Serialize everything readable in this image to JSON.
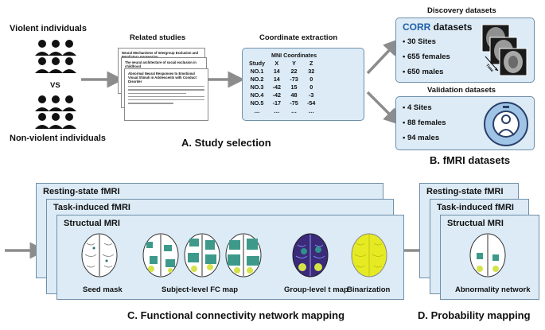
{
  "study_selection": {
    "violent_label": "Violent individuals",
    "vs_label": "VS",
    "nonviolent_label": "Non-violent individuals",
    "related_studies_label": "Related studies",
    "papers": [
      "Neural Mechanisms of Intergroup Exclusion and Retaliatory Aggression",
      "The neural architecture of social exclusion in childhood",
      "Abnormal Neural Responses to Emotional Visual Stimuli in Adolescents with Conduct Disorder"
    ],
    "coordinate_extraction_label": "Coordinate extraction",
    "table": {
      "group_header": "MNI Coordinates",
      "columns": [
        "Study",
        "X",
        "Y",
        "Z"
      ],
      "rows": [
        [
          "NO.1",
          "14",
          "22",
          "32"
        ],
        [
          "NO.2",
          "14",
          "-73",
          "0"
        ],
        [
          "NO.3",
          "-42",
          "15",
          "0"
        ],
        [
          "NO.4",
          "-42",
          "48",
          "-3"
        ],
        [
          "NO.5",
          "-17",
          "-75",
          "-54"
        ],
        [
          "…",
          "…",
          "…",
          "…"
        ]
      ]
    },
    "section_title": "A. Study selection"
  },
  "fmri_datasets": {
    "discovery_label": "Discovery datasets",
    "corr_word": "CORR",
    "corr_suffix": " datasets",
    "discovery_items": [
      "30 Sites",
      "655 females",
      "650 males"
    ],
    "time_label": "Time",
    "validation_label": "Validation datasets",
    "validation_items": [
      "4 Sites",
      "88 females",
      "94 males"
    ],
    "section_title": "B. fMRI datasets"
  },
  "fc_mapping": {
    "layers": [
      "Resting-state fMRI",
      "Task-induced fMRI",
      "Structual MRI"
    ],
    "seed_mask_label": "Seed mask",
    "subject_fc_label": "Subject-level FC map",
    "group_t_label": "Group-level t map",
    "binarization_label": "Binarization",
    "section_title": "C. Functional connectivity network mapping"
  },
  "probability_mapping": {
    "layers": [
      "Resting-state fMRI",
      "Task-induced fMRI",
      "Structual MRI"
    ],
    "abnormality_label": "Abnormality network",
    "section_title": "D. Probability mapping"
  },
  "colors": {
    "box_fill": "#dcebf6",
    "box_border": "#6f8fa8",
    "arrow": "#8c8c8c",
    "corr_blue": "#1f5fa8",
    "fc_green": "#3d9a8a",
    "fc_yellow": "#d4e34a",
    "tmap_purple": "#3b2a7a",
    "binarized_yellow": "#e6ea22"
  }
}
